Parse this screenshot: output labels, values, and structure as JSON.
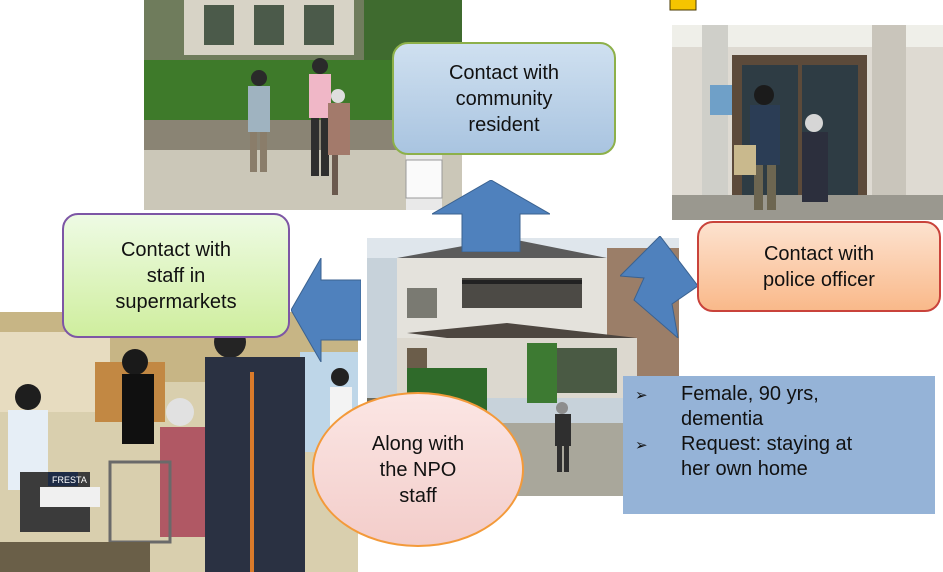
{
  "boxes": {
    "community": [
      "Contact with",
      "community",
      "resident"
    ],
    "supermarket": [
      "Contact with",
      "staff in",
      "supermarkets"
    ],
    "police": [
      "Contact with",
      "police officer"
    ],
    "npo": [
      "Along with",
      "the NPO",
      "staff"
    ]
  },
  "info": {
    "bullet_glyph": "➢",
    "items": [
      [
        "Female, 90 yrs,",
        "dementia"
      ],
      [
        "Request: staying at",
        "her own home"
      ]
    ]
  },
  "photos": {
    "street_scene": "photo-community-street",
    "police_box": "photo-police-box",
    "house": "photo-house",
    "supermarket": "photo-supermarket",
    "store_sign": "FRESTA"
  },
  "colors": {
    "arrow": "#4f81bd",
    "title_fragment": "#f5c400"
  }
}
